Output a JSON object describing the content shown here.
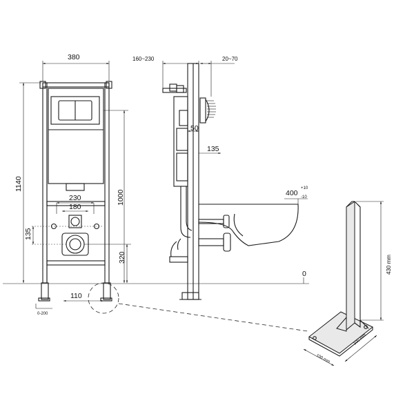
{
  "front_view": {
    "width": "380",
    "height": "1140",
    "inner_230": "230",
    "inner_180": "180",
    "height_1000": "1000",
    "side_135": "135",
    "height_320": "320",
    "bottom_110": "110",
    "leg_range": "0-200"
  },
  "side_view": {
    "top_left": "160~230",
    "top_right": "20~70",
    "mid_50": "50",
    "mid_135": "135",
    "bowl_height": "400",
    "tol_plus": "+10",
    "tol_minus": "-10",
    "floor_zero": "0"
  },
  "detail": {
    "height": "430 mm",
    "base_w": "100 mm",
    "base_d": "100 mm"
  }
}
